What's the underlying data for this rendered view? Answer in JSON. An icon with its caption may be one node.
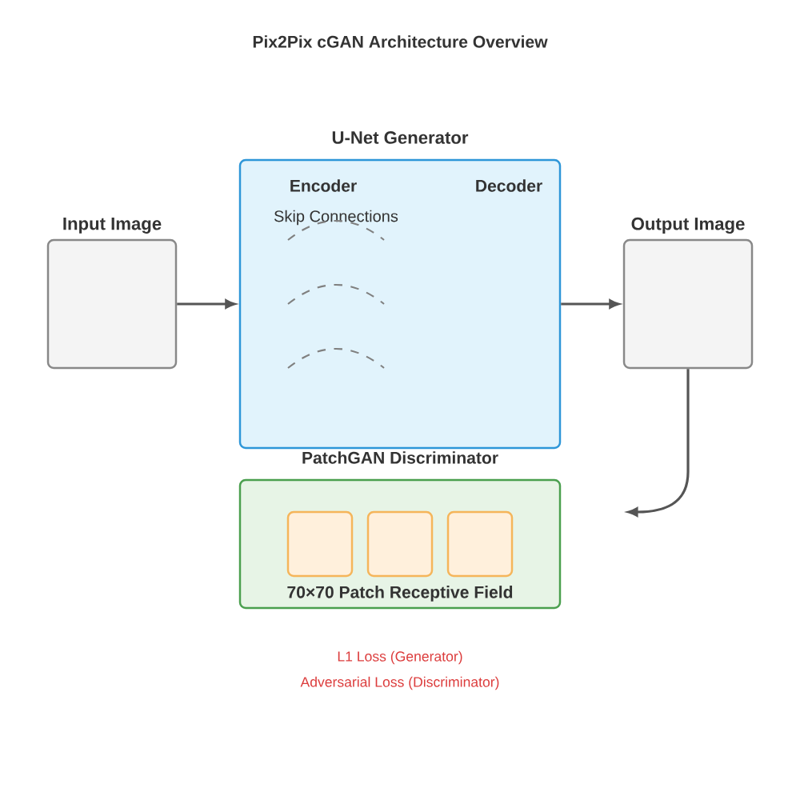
{
  "diagram": {
    "title": "Pix2Pix cGAN Architecture Overview",
    "nodes": [
      {
        "text": [
          "Input Image"
        ]
      },
      {
        "text": [
          "U-Net Generator",
          "Encoder",
          "Decoder",
          "Skip Connections"
        ]
      },
      {
        "text": [
          "Output Image"
        ]
      },
      {
        "text": [
          "PatchGAN Discriminator",
          "70×70 Patch Receptive Field"
        ]
      },
      {
        "text": [],
        "shape": "box",
        "in": 3
      },
      {
        "text": [],
        "shape": "box",
        "in": 3
      },
      {
        "text": [],
        "shape": "box",
        "in": 3
      }
    ],
    "edges": [
      {
        "from": 0,
        "to": 1,
        "arrow": "to"
      },
      {
        "from": 1,
        "to": 2,
        "arrow": "to"
      },
      {
        "from": 2,
        "to": null,
        "arrow": "to"
      }
    ],
    "labels": [
      "L1 Loss (Generator)",
      "Adversarial Loss (Discriminator)"
    ]
  }
}
